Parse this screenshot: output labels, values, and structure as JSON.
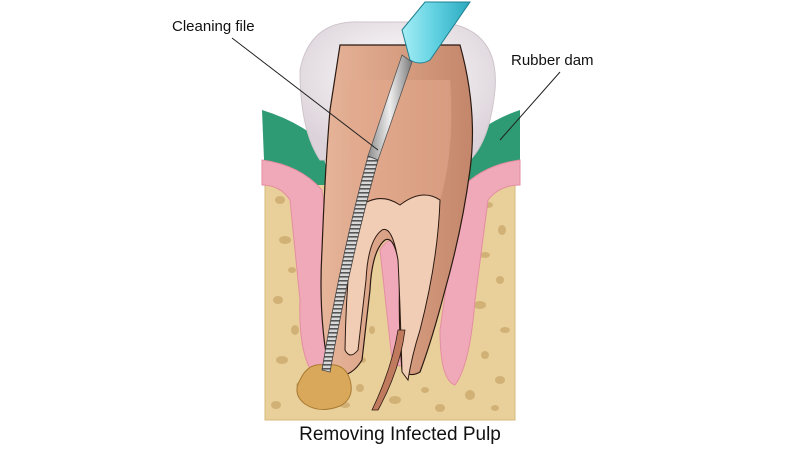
{
  "labels": {
    "cleaning_file": "Cleaning file",
    "rubber_dam": "Rubber dam"
  },
  "caption": "Removing Infected Pulp",
  "colors": {
    "bone": "#e9cf99",
    "bone_pores": "#c9a86b",
    "gum": "#f0a9b8",
    "rubber_dam": "#2e9b74",
    "tooth_outer": "#d9a184",
    "pulp": "#c07a5e",
    "dentin": "#f2cdb6",
    "enamel_white": "#f3eef0",
    "handle": "#5fd0e0",
    "abscess": "#d9a85a"
  }
}
